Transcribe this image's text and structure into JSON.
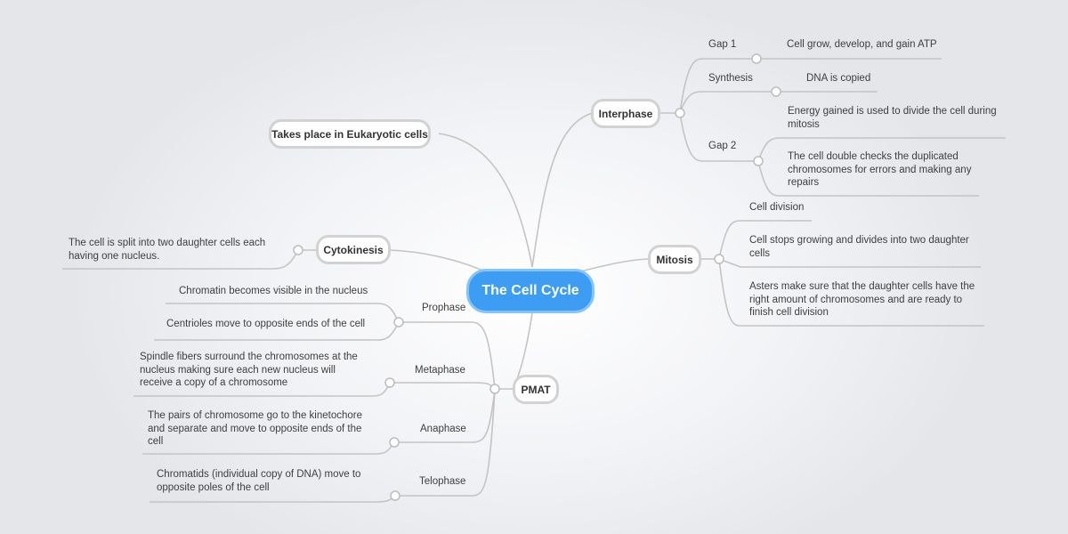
{
  "title": "The Cell Cycle",
  "topics": {
    "eukaryotic": "Takes place in Eukaryotic cells",
    "interphase": "Interphase",
    "cytokinesis": "Cytokinesis",
    "mitosis": "Mitosis",
    "pmat": "PMAT"
  },
  "interphase": {
    "gap1": {
      "label": "Gap 1",
      "detail": "Cell grow, develop, and gain ATP"
    },
    "synthesis": {
      "label": "Synthesis",
      "detail": "DNA is copied"
    },
    "gap2": {
      "label": "Gap 2",
      "details": [
        "Energy gained is used to divide the cell during mitosis",
        "The cell double checks the duplicated chromosomes for errors and making any repairs"
      ]
    }
  },
  "cytokinesis": {
    "detail": "The cell is split into two daughter cells each having one nucleus."
  },
  "mitosis": {
    "details": [
      "Cell division",
      "Cell stops growing and divides into two daughter cells",
      "Asters make sure that the daughter cells have the right amount of chromosomes and are ready to finish cell division"
    ]
  },
  "pmat": {
    "prophase": {
      "label": "Prophase",
      "details": [
        "Chromatin becomes visible in the nucleus",
        "Centrioles move to opposite ends of the cell"
      ]
    },
    "metaphase": {
      "label": "Metaphase",
      "detail": "Spindle fibers surround the chromosomes at the nucleus making sure each new nucleus will receive a copy of a chromosome"
    },
    "anaphase": {
      "label": "Anaphase",
      "detail": "The pairs of chromosome go to the kinetochore and separate and move to opposite ends of the cell"
    },
    "telophase": {
      "label": "Telophase",
      "detail": "Chromatids (individual copy of DNA) move to opposite poles of the cell"
    }
  },
  "colors": {
    "central_fill": "#3c9df2",
    "central_border": "#85c3f8",
    "topic_border": "#d2d2d2",
    "connector": "#c4c4c4",
    "text": "#3e3e3e"
  }
}
